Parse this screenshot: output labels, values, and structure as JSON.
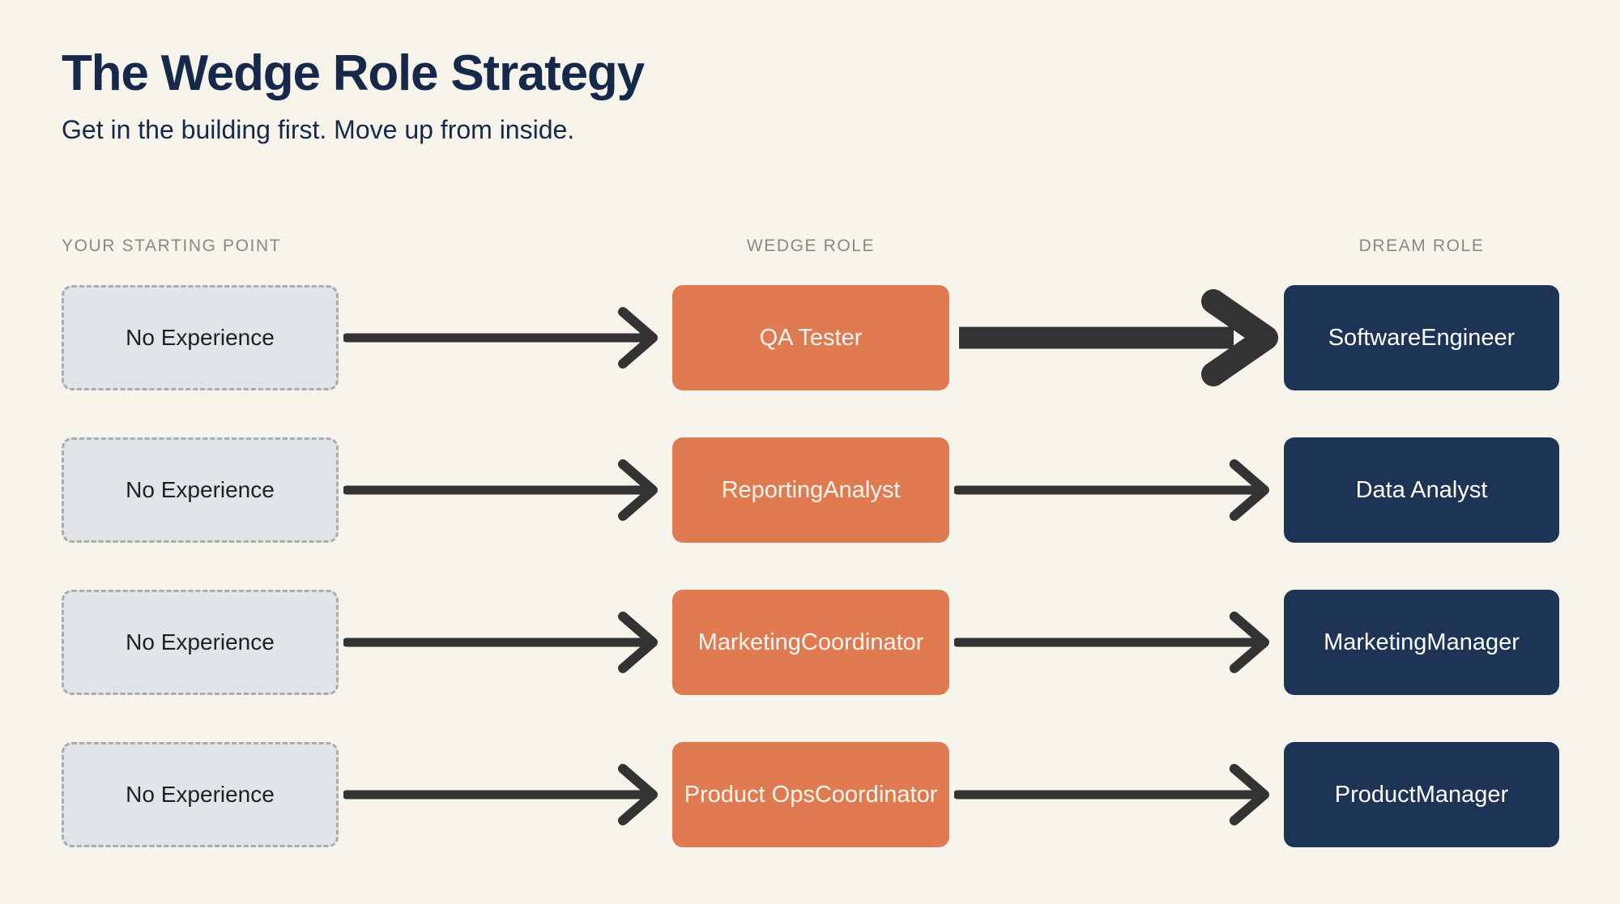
{
  "header": {
    "title": "The Wedge Role Strategy",
    "subtitle": "Get in the building first. Move up from inside."
  },
  "columns": {
    "start": "YOUR STARTING POINT",
    "wedge": "WEDGE ROLE",
    "dream": "DREAM ROLE"
  },
  "colors": {
    "background": "#F7F4EC",
    "navy_text": "#16294A",
    "column_header": "#8A8880",
    "start_box_fill": "#E2E5E7",
    "start_box_border": "#A8ADAF",
    "wedge_box_fill": "#E07B51",
    "dream_box_fill": "#1E3456",
    "arrow": "#333333"
  },
  "rows": [
    {
      "start": "No Experience",
      "wedge": "QA Tester",
      "dream": "Software\nEngineer",
      "arrow1_style": "thin",
      "arrow2_style": "bold"
    },
    {
      "start": "No Experience",
      "wedge": "Reporting\nAnalyst",
      "dream": "Data Analyst",
      "arrow1_style": "thin",
      "arrow2_style": "thin"
    },
    {
      "start": "No Experience",
      "wedge": "Marketing\nCoordinator",
      "dream": "Marketing\nManager",
      "arrow1_style": "thin",
      "arrow2_style": "thin"
    },
    {
      "start": "No Experience",
      "wedge": "Product Ops\nCoordinator",
      "dream": "Product\nManager",
      "arrow1_style": "thin",
      "arrow2_style": "thin"
    }
  ]
}
